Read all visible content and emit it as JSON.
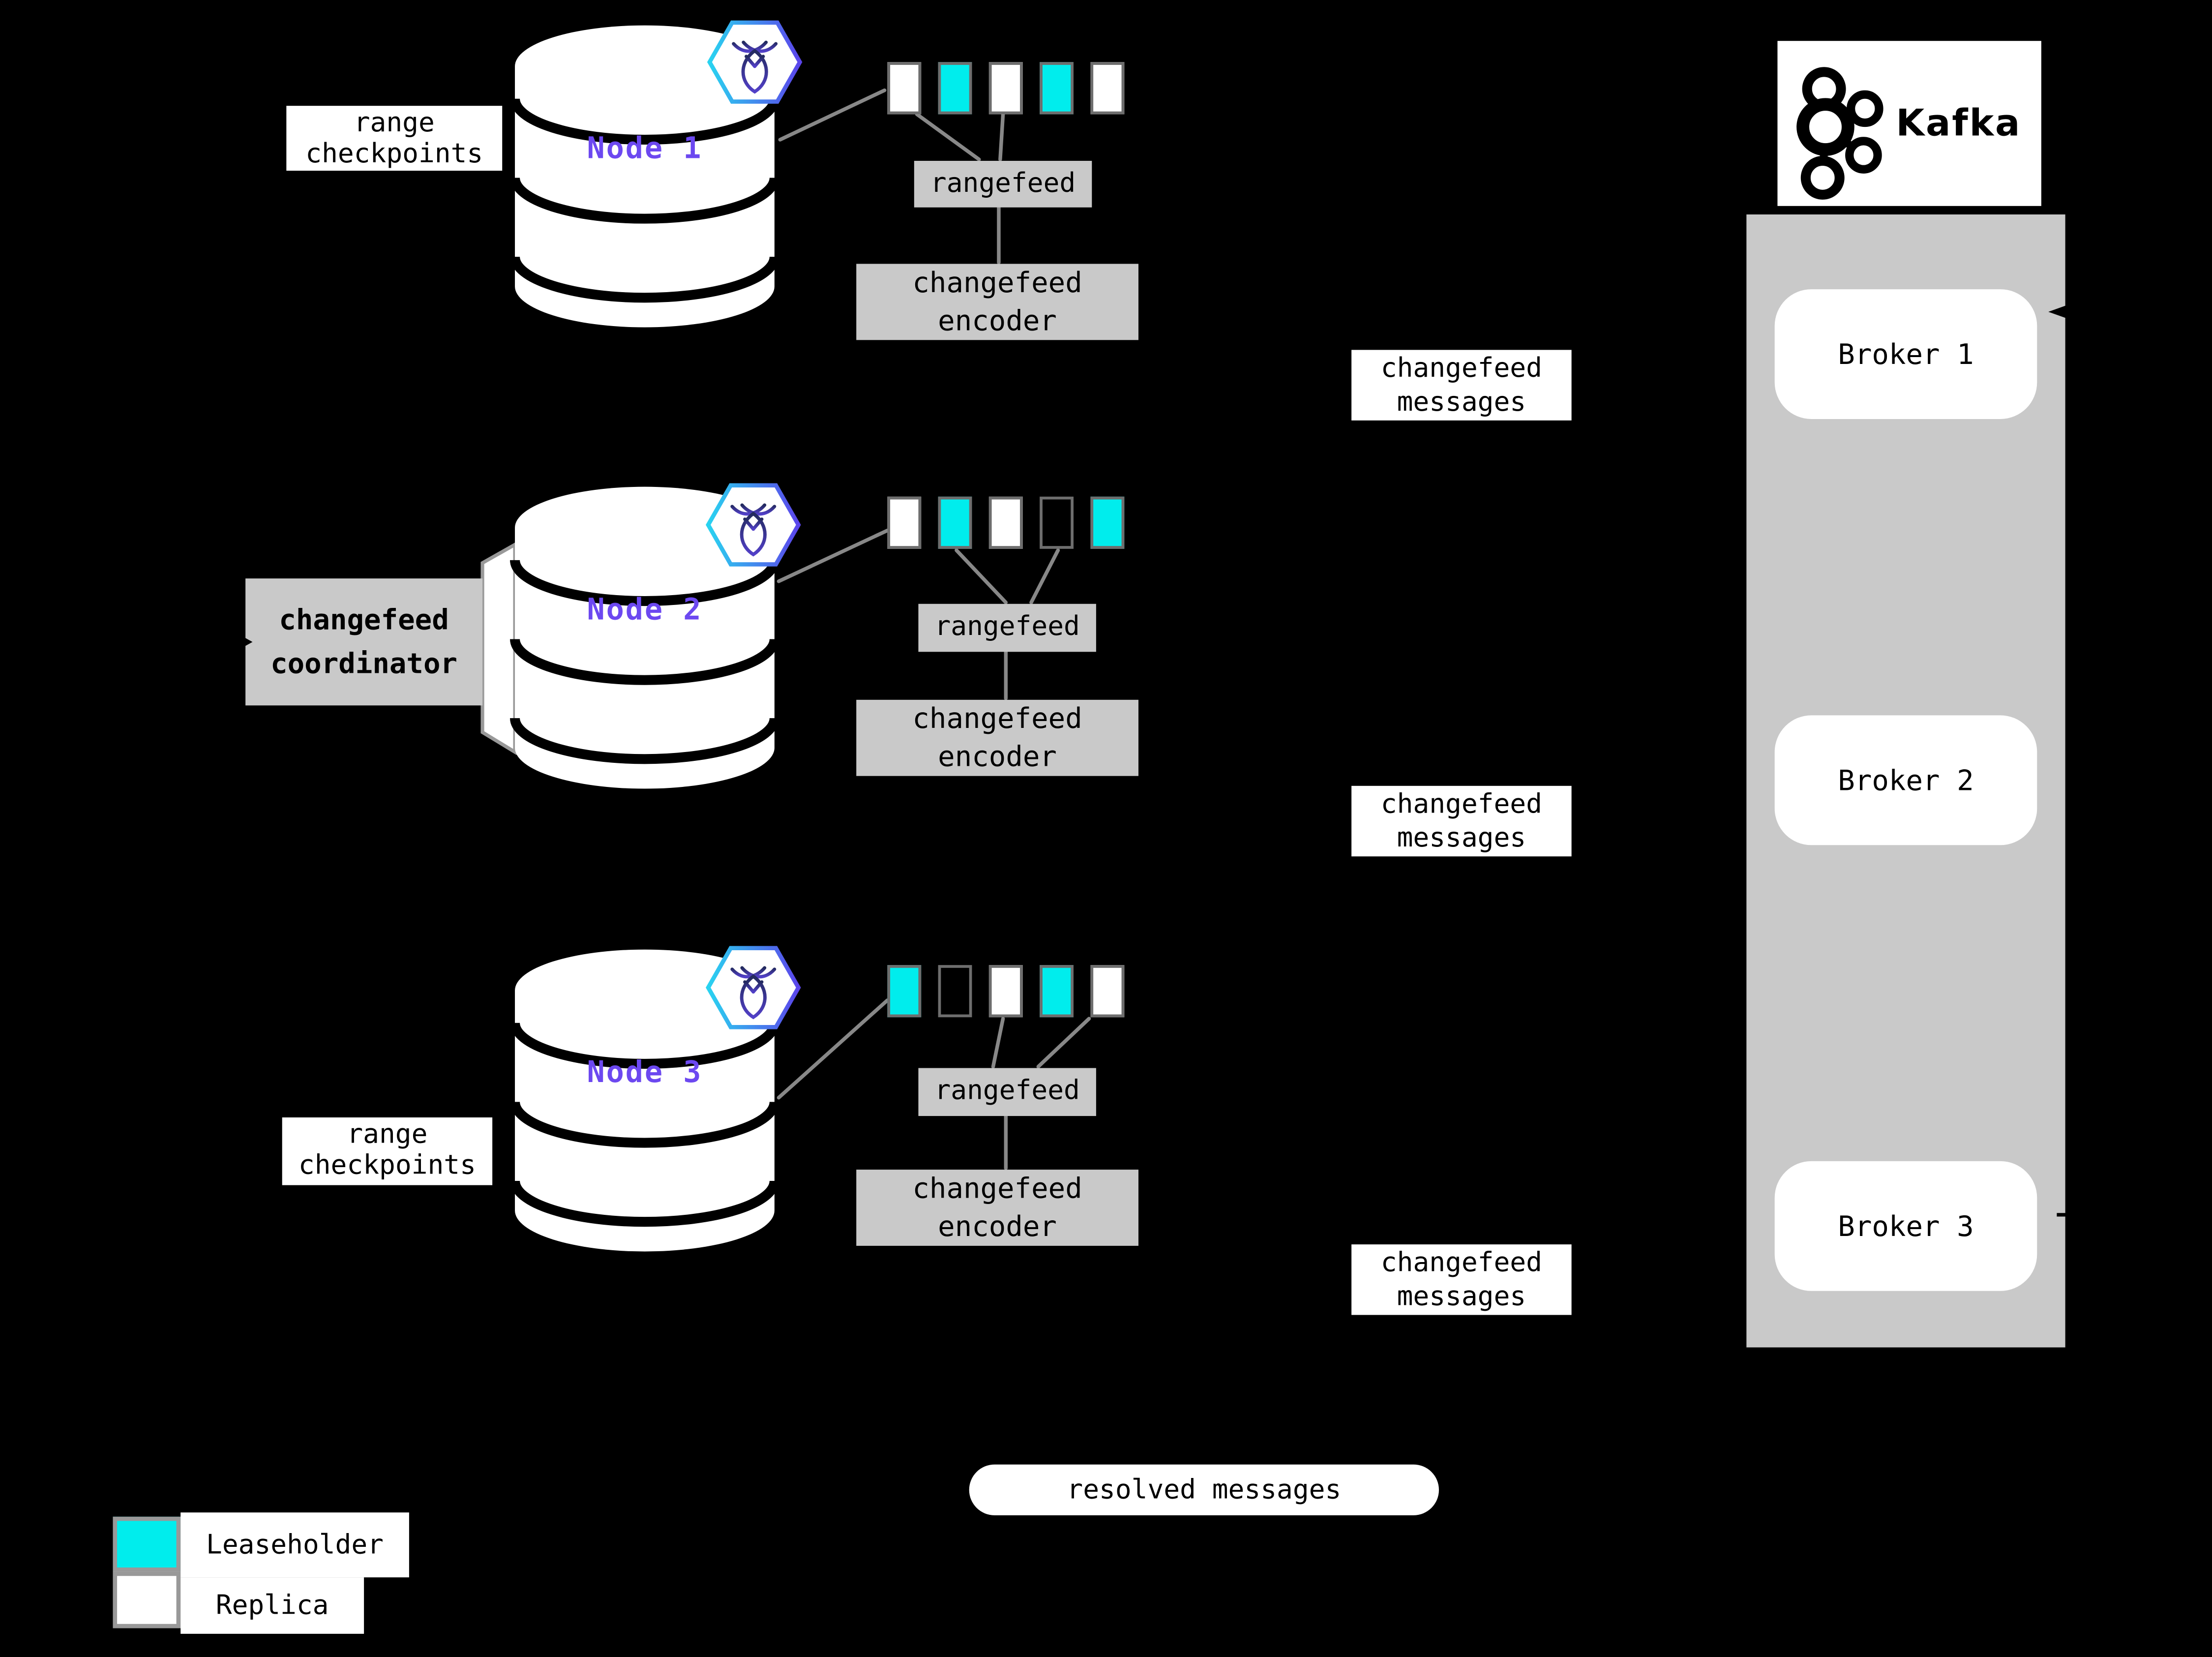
{
  "background": "#000000",
  "nodes": [
    {
      "label": "Node 1",
      "checkpoints_label": "range checkpoints",
      "rangefeed_label": "rangefeed",
      "encoder_label": "changefeed encoder",
      "messages_label": "changefeed messages",
      "ranges": [
        "replica",
        "leaseholder",
        "replica",
        "leaseholder",
        "replica"
      ]
    },
    {
      "label": "Node 2",
      "coordinator_label": "changefeed coordinator",
      "rangefeed_label": "rangefeed",
      "encoder_label": "changefeed encoder",
      "messages_label": "changefeed messages",
      "ranges": [
        "replica",
        "leaseholder",
        "replica",
        "empty",
        "leaseholder"
      ]
    },
    {
      "label": "Node 3",
      "checkpoints_label": "range checkpoints",
      "rangefeed_label": "rangefeed",
      "encoder_label": "changefeed encoder",
      "messages_label": "changefeed messages",
      "ranges": [
        "leaseholder",
        "empty",
        "replica",
        "leaseholder",
        "replica"
      ]
    }
  ],
  "kafka": {
    "logo_text": "Kafka",
    "brokers": [
      {
        "label": "Broker 1"
      },
      {
        "label": "Broker 2"
      },
      {
        "label": "Broker 3"
      }
    ]
  },
  "resolved_label": "resolved messages",
  "legend": {
    "items": [
      {
        "label": "Leaseholder",
        "color": "#00EDED"
      },
      {
        "label": "Replica",
        "color": "#FFFFFF"
      }
    ]
  },
  "colors": {
    "leaseholder": "#00EDED",
    "replica": "#FFFFFF",
    "empty": "transparent",
    "node_label_purple": "#6C48F0",
    "box_gray": "#C9C9C9",
    "line_gray": "#888888"
  }
}
